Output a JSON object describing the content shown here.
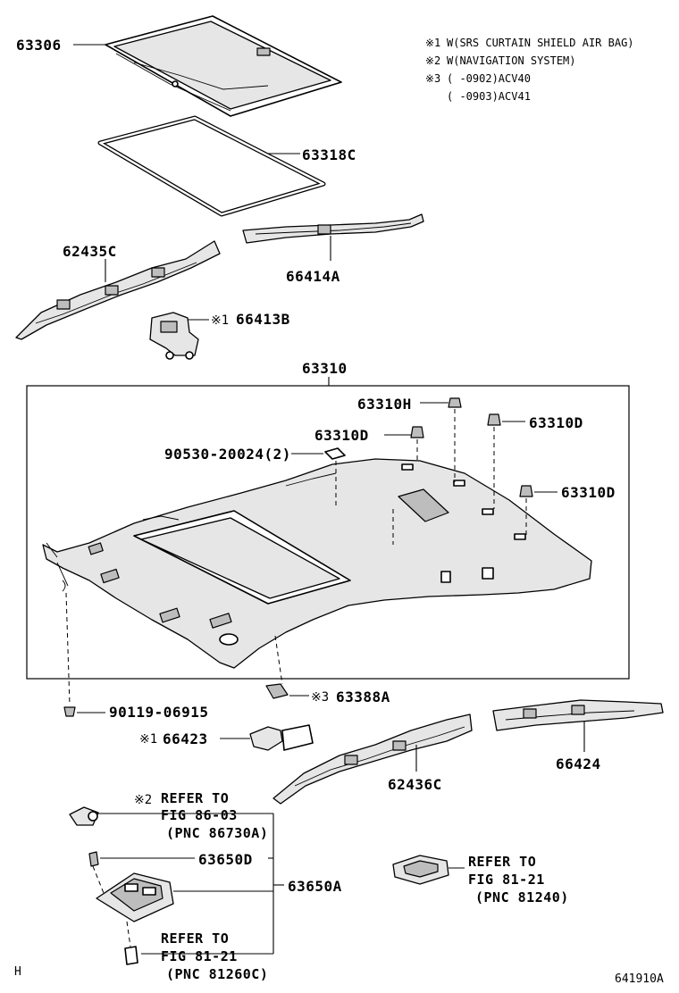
{
  "notes": [
    {
      "mark": "※1",
      "text": "W(SRS CURTAIN SHIELD AIR BAG)"
    },
    {
      "mark": "※2",
      "text": "W(NAVIGATION SYSTEM)"
    },
    {
      "mark": "※3",
      "text": "(      -0902)ACV40"
    },
    {
      "mark": "",
      "text": "(      -0903)ACV41"
    }
  ],
  "parts": {
    "p63306": "63306",
    "p63318c": "63318C",
    "p62435c": "62435C",
    "p66414a": "66414A",
    "p66413b": "66413B",
    "p63310": "63310",
    "p63310h": "63310H",
    "p63310d_a": "63310D",
    "p63310d_b": "63310D",
    "p63310d_c": "63310D",
    "p90530": "90530-20024(2)",
    "p90119": "90119-06915",
    "p63388a": "63388A",
    "p66423": "66423",
    "p66424": "66424",
    "p62436c": "62436C",
    "p63650d": "63650D",
    "p63650a": "63650A"
  },
  "marks": {
    "m1_66413b": "※1",
    "m3_63388a": "※3",
    "m1_66423": "※1",
    "m2_ref": "※2"
  },
  "refs": {
    "ref_a": {
      "line1": "REFER TO",
      "line2": "FIG 86-03",
      "line3": "(PNC 86730A)"
    },
    "ref_b": {
      "line1": "REFER TO",
      "line2": "FIG 81-21",
      "line3": "(PNC 81240)"
    },
    "ref_c": {
      "line1": "REFER TO",
      "line2": "FIG 81-21",
      "line3": "(PNC 81260C)"
    }
  },
  "footer": {
    "left_code": "H",
    "fig_code": "641910A"
  }
}
